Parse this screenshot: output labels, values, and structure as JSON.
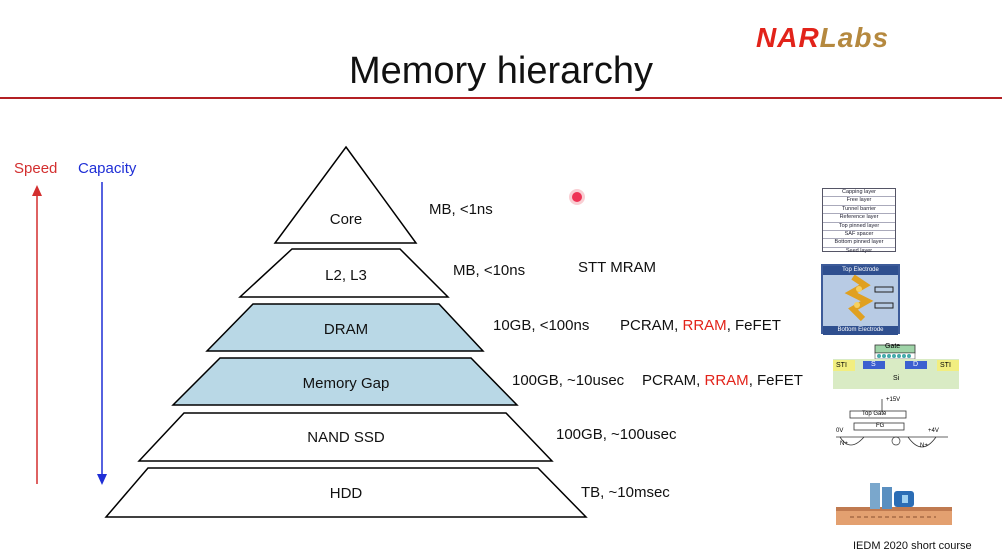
{
  "slide": {
    "title": "Memory hierarchy",
    "logo_part1": "NAR",
    "logo_part2": "Labs",
    "footer": "IEDM 2020 short course"
  },
  "axes": {
    "speed_label": "Speed",
    "capacity_label": "Capacity",
    "speed_color": "#d32f2f",
    "capacity_color": "#1f2fd6"
  },
  "tiers": [
    {
      "label": "Core",
      "capacity_speed": "MB, <1ns",
      "technology": "",
      "highlight": false
    },
    {
      "label": "L2, L3",
      "capacity_speed": "MB, <10ns",
      "technology": "STT MRAM",
      "highlight": false
    },
    {
      "label": "DRAM",
      "capacity_speed": "10GB, <100ns",
      "technology_parts": [
        "PCRAM, ",
        "RRAM",
        ", FeFET"
      ],
      "highlight": true
    },
    {
      "label": "Memory Gap",
      "capacity_speed": "100GB, ~10usec",
      "technology_parts": [
        "PCRAM, ",
        "RRAM",
        ", FeFET"
      ],
      "highlight": true
    },
    {
      "label": "NAND SSD",
      "capacity_speed": "100GB, ~100usec",
      "technology": "",
      "highlight": false
    },
    {
      "label": "HDD",
      "capacity_speed": "TB, ~10msec",
      "technology": "",
      "highlight": false
    }
  ],
  "colors": {
    "highlight_fill": "#b9d8e6",
    "red_text": "#e2231a"
  },
  "thumbnails": {
    "mtj_stack_layers": [
      "Capping layer",
      "Free layer",
      "Tunnel barrier",
      "Reference layer",
      "Top pinned layer",
      "SAF spacer",
      "Bottom pinned layer",
      "Seed layer"
    ],
    "rram_top": "Top Electrode",
    "rram_bottom": "Bottom Electrode",
    "fefet_gate": "Gate",
    "fefet_s": "S",
    "fefet_d": "D",
    "fefet_si": "Si",
    "fefet_sti_left": "STI",
    "fefet_sti_right": "STI",
    "flash_top_gate": "Top Gate",
    "flash_fg": "FG",
    "flash_plus15": "+15V",
    "flash_0v": "0V",
    "flash_plus4": "+4V",
    "flash_n_left": "N+",
    "flash_n_right": "N+"
  }
}
